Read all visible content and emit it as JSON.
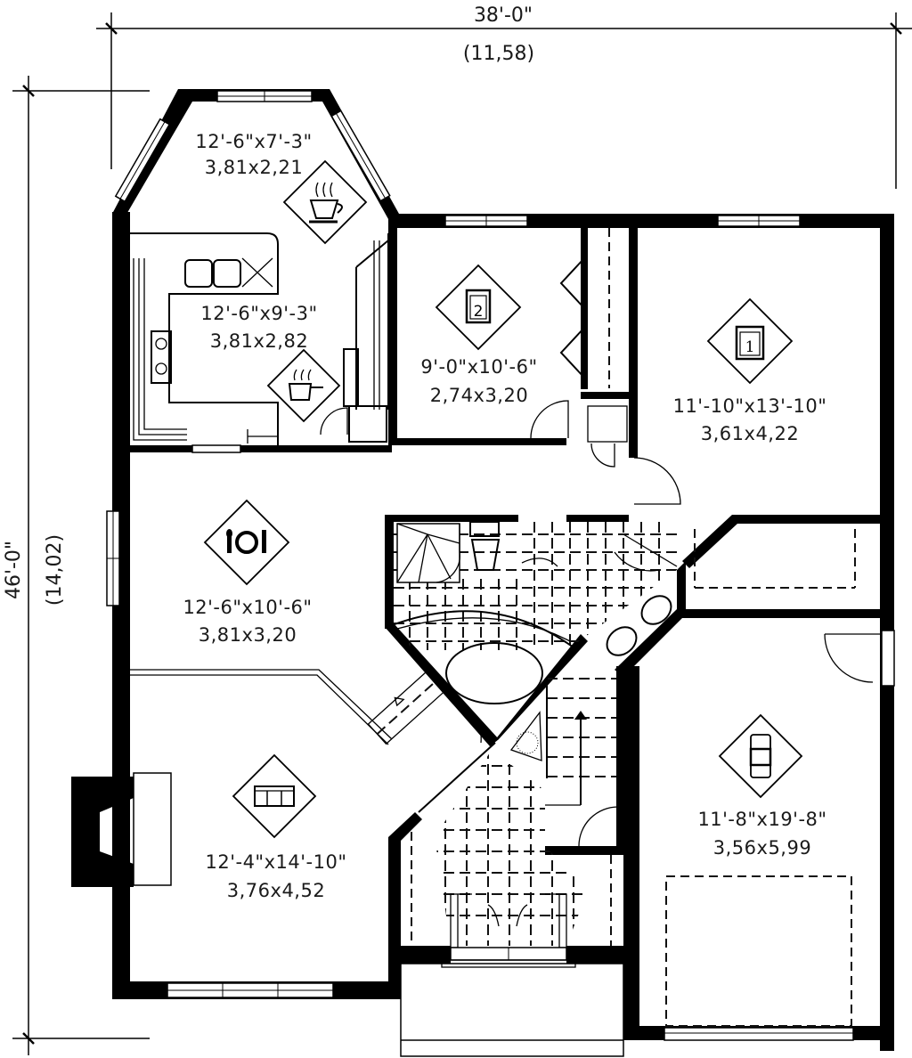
{
  "plan": {
    "overall_width": {
      "imperial": "38'-0\"",
      "metric": "(11,58)"
    },
    "overall_depth": {
      "imperial": "46'-0\"",
      "metric": "(14,02)"
    }
  },
  "rooms": [
    {
      "id": "breakfast-nook",
      "icon": "coffee-cup-icon",
      "imperial": "12'-6\"x7'-3\"",
      "metric": "3,81x2,21"
    },
    {
      "id": "kitchen",
      "icon": "cooking-pot-icon",
      "imperial": "12'-6\"x9'-3\"",
      "metric": "3,81x2,82"
    },
    {
      "id": "bedroom-2",
      "icon": "bed-2-icon",
      "badge": "2",
      "imperial": "9'-0\"x10'-6\"",
      "metric": "2,74x3,20"
    },
    {
      "id": "bedroom-1",
      "icon": "bed-1-icon",
      "badge": "1",
      "imperial": "11'-10\"x13'-10\"",
      "metric": "3,61x4,22"
    },
    {
      "id": "dining-room",
      "icon": "plate-cutlery-icon",
      "imperial": "12'-6\"x10'-6\"",
      "metric": "3,81x3,20"
    },
    {
      "id": "living-room",
      "icon": "sofa-icon",
      "imperial": "12'-4\"x14'-10\"",
      "metric": "3,76x4,52"
    },
    {
      "id": "garage",
      "icon": "car-icon",
      "imperial": "11'-8\"x19'-8\"",
      "metric": "3,56x5,99"
    }
  ],
  "colors": {
    "wall": "#000000",
    "background": "#ffffff",
    "text": "#1a1a1a"
  }
}
